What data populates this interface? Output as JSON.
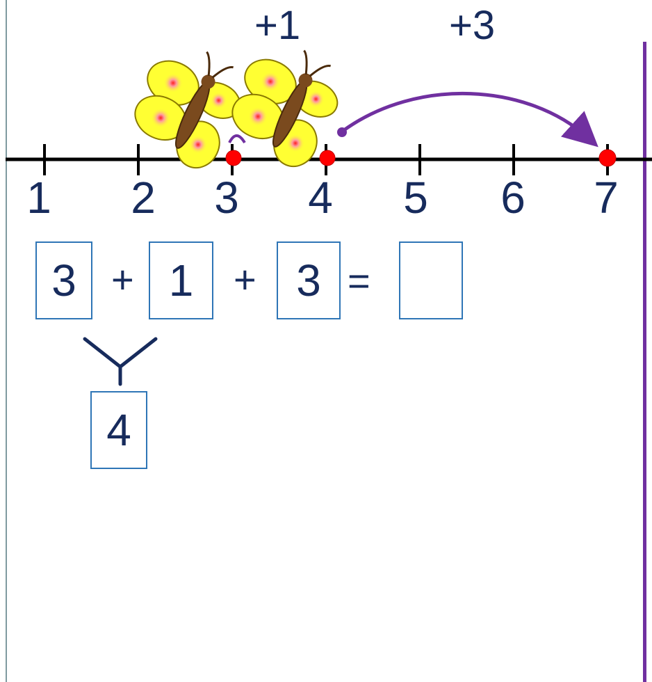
{
  "jumps": {
    "first": "+1",
    "second": "+3"
  },
  "number_line": {
    "tick_labels": [
      "1",
      "2",
      "3",
      "4",
      "5",
      "6",
      "7"
    ],
    "marked_points": [
      3,
      4,
      7
    ]
  },
  "equation": {
    "term1": "3",
    "plus1": "+",
    "term2": "1",
    "plus2": "+",
    "term3": "3",
    "equals": "=",
    "result": ""
  },
  "grouping": {
    "sum": "4"
  },
  "colors": {
    "text": "#172b5c",
    "box_border": "#2e75b6",
    "arrow": "#7030a0",
    "point": "#ff0000",
    "butterfly_wing": "#ffff33",
    "butterfly_body": "#7a4a1e"
  },
  "icons": [
    "butterfly-icon",
    "butterfly-icon",
    "jump-arrow-icon"
  ]
}
